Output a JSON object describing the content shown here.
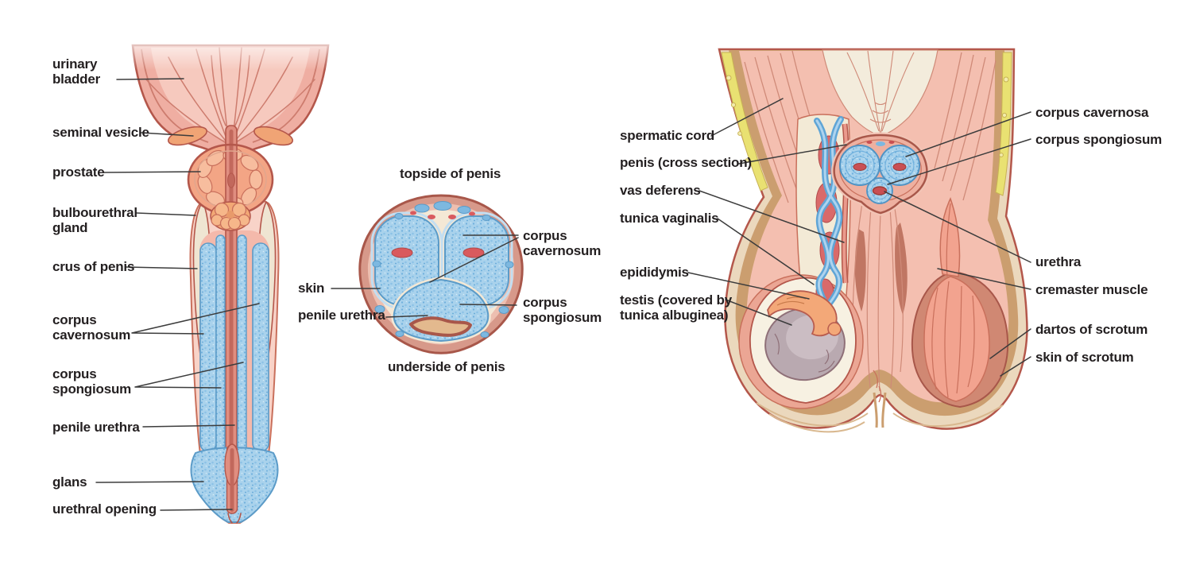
{
  "colors": {
    "outline": "#b4574b",
    "pink_tissue": "#efaea2",
    "pink_light": "#f6c9be",
    "fascia_pink": "#f4bfb0",
    "blue_fill": "#a9d2ec",
    "blue_outline": "#5b9bc8",
    "red_vessel": "#d95a5e",
    "cream": "#f4e8d5",
    "skin_tan": "#ebd8bd",
    "dartos_brown": "#cb9e6f",
    "fat_yellow": "#e9e172",
    "testis_gray": "#b9a9b0",
    "gland_orange": "#f2a875",
    "label_text": "#231f20",
    "leader_line": "#3c3c3c"
  },
  "panels": {
    "sagittal": {
      "labels": [
        {
          "text": "urinary\nbladder"
        },
        {
          "text": "seminal vesicle"
        },
        {
          "text": "prostate"
        },
        {
          "text": "bulbourethral\ngland"
        },
        {
          "text": "crus of penis"
        },
        {
          "text": "corpus\ncavernosum"
        },
        {
          "text": "corpus\nspongiosum"
        },
        {
          "text": "penile urethra"
        },
        {
          "text": "glans"
        },
        {
          "text": "urethral opening"
        }
      ]
    },
    "cross_section": {
      "caption_top": "topside of penis",
      "caption_bottom": "underside of penis",
      "labels": [
        {
          "text": "corpus\ncavernosum"
        },
        {
          "text": "skin"
        },
        {
          "text": "penile urethra"
        },
        {
          "text": "corpus\nspongiosum"
        }
      ]
    },
    "scrotum": {
      "labels_left": [
        {
          "text": "spermatic cord"
        },
        {
          "text": "penis (cross section)"
        },
        {
          "text": "vas deferens"
        },
        {
          "text": "tunica vaginalis"
        },
        {
          "text": "epididymis"
        },
        {
          "text": "testis (covered by\ntunica albuginea)"
        }
      ],
      "labels_right": [
        {
          "text": "corpus cavernosa"
        },
        {
          "text": "corpus spongiosum"
        },
        {
          "text": "urethra"
        },
        {
          "text": "cremaster muscle"
        },
        {
          "text": "dartos of scrotum"
        },
        {
          "text": "skin of scrotum"
        }
      ]
    }
  }
}
